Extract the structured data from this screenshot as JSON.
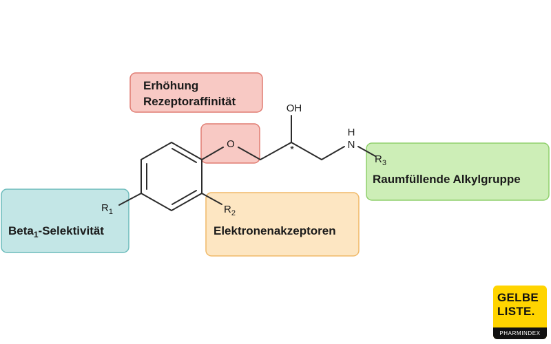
{
  "boxes": {
    "affinity": {
      "line1": "Erhöhung",
      "line2": "Rezeptoraffinität",
      "fill": "#f8c9c4",
      "stroke": "#e07c72"
    },
    "oxygen_highlight": {
      "fill": "#f8c9c4",
      "stroke": "#e07c72"
    },
    "alkyl": {
      "label": "Raumfüllende Alkylgruppe",
      "fill": "#cdeeb7",
      "stroke": "#8fcf6c"
    },
    "acceptors": {
      "label": "Elektronenakzeptoren",
      "fill": "#fde6c2",
      "stroke": "#f0b968"
    },
    "beta": {
      "label_main": "Beta",
      "label_sub": "1",
      "label_rest": "-Selektivität",
      "fill": "#c3e6e6",
      "stroke": "#6cbcbc"
    }
  },
  "atoms": {
    "oxygen": "O",
    "hydroxyl": "OH",
    "stereo_mark": "*",
    "nitrogen": "N",
    "hydrogen": "H",
    "r1": {
      "main": "R",
      "sub": "1"
    },
    "r2": {
      "main": "R",
      "sub": "2"
    },
    "r3": {
      "main": "R",
      "sub": "3"
    }
  },
  "logo": {
    "line1": "GELBE",
    "line2": "LISTE.",
    "band": "PHARMINDEX",
    "color": "#ffd400"
  }
}
